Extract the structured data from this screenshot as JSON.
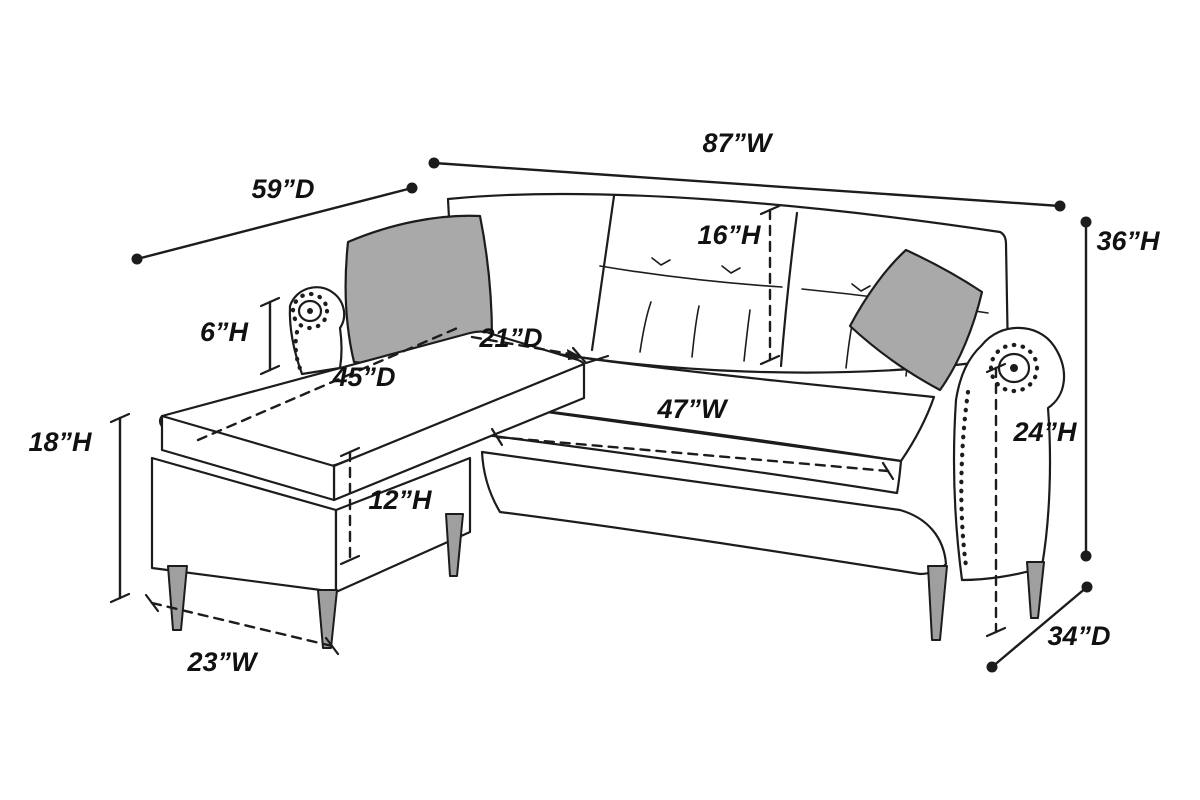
{
  "page": {
    "background": "#ffffff"
  },
  "colors": {
    "bg": "#ffffff",
    "line": "#1c1c1c",
    "body": "#ffffff",
    "pillow": "#a9a9a9",
    "leg": "#9f9f9f",
    "text": "#111111"
  },
  "diagram": {
    "type": "furniture-dimension-diagram",
    "subject": "sectional sofa with reversible chaise, two accent pillows, nailhead-trim rolled arms and tapered legs"
  },
  "dims": {
    "w87": "87”W",
    "d59": "59”D",
    "h36": "36”H",
    "h16": "16”H",
    "h6": "6”H",
    "d45": "45”D",
    "d21": "21”D",
    "w47": "47”W",
    "h24": "24”H",
    "h18": "18”H",
    "h12": "12”H",
    "w23": "23”W",
    "d34": "34”D"
  }
}
